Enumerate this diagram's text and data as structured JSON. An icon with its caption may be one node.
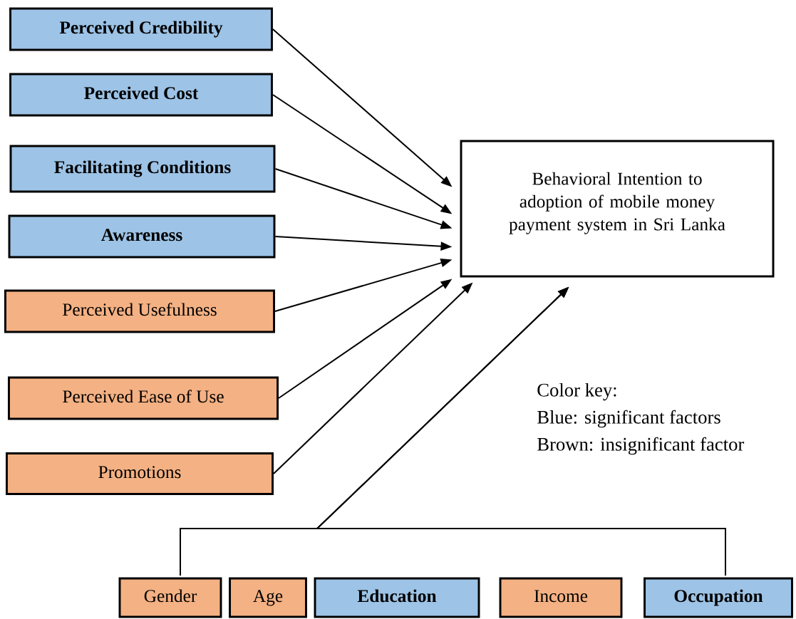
{
  "diagram": {
    "nodes": [
      {
        "text": [
          "Perceived Credibility"
        ]
      },
      {
        "text": [
          "Perceived Cost"
        ]
      },
      {
        "text": [
          "Facilitating Conditions"
        ]
      },
      {
        "text": [
          "Awareness"
        ]
      },
      {
        "text": [
          "Perceived Usefulness"
        ]
      },
      {
        "text": [
          "Perceived Ease of Use"
        ]
      },
      {
        "text": [
          "Promotions"
        ]
      },
      {
        "text": [
          "Behavioral Intention to adoption of mobile money payment system in Sri Lanka"
        ]
      },
      {
        "text": [
          "Gender"
        ]
      },
      {
        "text": [
          "Age"
        ]
      },
      {
        "text": [
          "Education"
        ]
      },
      {
        "text": [
          "Income"
        ]
      },
      {
        "text": [
          "Occupation"
        ]
      }
    ],
    "edges": [
      {
        "from": 0,
        "to": 7,
        "arrow": "to"
      },
      {
        "from": 1,
        "to": 7,
        "arrow": "to"
      },
      {
        "from": 2,
        "to": 7,
        "arrow": "to"
      },
      {
        "from": 3,
        "to": 7,
        "arrow": "to"
      },
      {
        "from": 4,
        "to": 7,
        "arrow": "to"
      },
      {
        "from": 5,
        "to": 7,
        "arrow": "to"
      },
      {
        "from": 6,
        "to": 7,
        "arrow": "to"
      },
      {
        "from": 8,
        "to": 7,
        "arrow": "to"
      },
      {
        "from": 12,
        "to": 7,
        "arrow": "to"
      }
    ],
    "labels": [
      "Color key:",
      "Blue: significant factors",
      "Brown: insignificant factor"
    ]
  }
}
